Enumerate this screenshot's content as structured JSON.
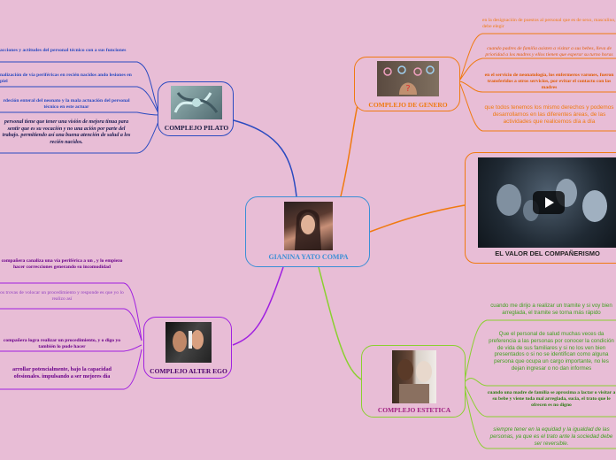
{
  "colors": {
    "background": "#e8bdd6",
    "central": "#3a8fd6",
    "blue": "#2a4ac0",
    "purple": "#a020e0",
    "orange": "#f07a10",
    "green": "#8ad030"
  },
  "central": {
    "title": "GIANINA YATO COMPA"
  },
  "pilato": {
    "label": "COMPLEJO PILATO",
    "items": [
      "acciones y actitudes del personal técnico con a sus funciones",
      "nalización de vía periféricas en recién nacidos ando lesiones en piel",
      "rdeción enteral del neonato y la mala actuación del personal técnico en este actuar",
      "personal tiene que tener una visión de mejora tinua para sentir que es su vocación y no una ación por parte del trabajo. permitiendo así una buena atención de salud a los recién nacidos."
    ]
  },
  "alter": {
    "label": "COMPLEJO ALTER EGO",
    "items": [
      "compañera canaliza una vía periférica a un , y lo empiezo hacer correcciones generando su incomodidad",
      "os trovas de volocar un procedimiento y responde es que yo lo realizo así",
      "compañera logra realizar un procedimiento, y o digo yo también lo pude hacer",
      "arrollar potencialmente, bajo la capacidad ofesionales. impulsando a ser mejores día"
    ]
  },
  "genero": {
    "label": "COMPLEJO DE GENERO",
    "items": [
      "en la designación de puestos al personal que es de sexo, masculino, debe elegir",
      "cuando padres de familia asisten a visitar a sus bebes, lleva de prioridad a los madres y ellos tienen que esperar su turno horas",
      "en el servicio de neonatología, los enfermeros varones, fueron transferidos a otros servicios, por evitar el contacto con las madres",
      "que todos tenemos los mismo derechos y podemos desarrollarnos en las diferentes áreas, de las actividades que realicemos día a día"
    ]
  },
  "video": {
    "label": "EL VALOR DEL COMPAÑERISMO"
  },
  "estetica": {
    "label": "COMPLEJO ESTETICA",
    "items": [
      "cuando me dirijo a realizar un tramite y si voy bien arreglada, el tramite se torna más rápido",
      "Que el personal de salud muchas veces da preferencia a las personas por conocer la condición de vida de sus familiares y si no los ven bien presentados o si no se identifican como alguna persona que ocupa un cargo importante, no les dejan ingresar o no dan informes",
      "cuando una madre de familia se aproxima a lactar o visitar a su bebe y viene toda mal arreglada, sucia, el trato que le ofrecen es no digno",
      "siempre tener en la equidad y la igualdad de las personas, ya que es el trato ante la sociedad debe ser reversible."
    ]
  }
}
